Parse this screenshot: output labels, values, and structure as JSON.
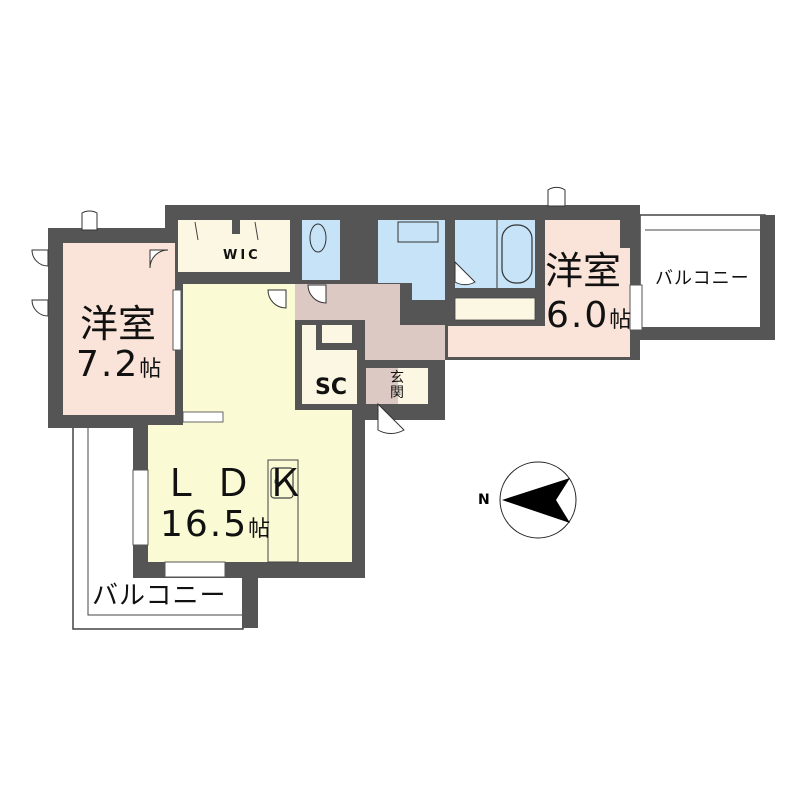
{
  "floor_plan": {
    "colors": {
      "wall": "#555555",
      "western_room": "#fae3d8",
      "ldk": "#fafad5",
      "wet_area": "#c7e3f7",
      "hallway": "#dcc9c4",
      "storage": "#fbf7e3",
      "balcony": "#ffffff"
    },
    "rooms": {
      "western_room_1": {
        "name": "洋室",
        "size": "7.2",
        "unit": "帖"
      },
      "western_room_2": {
        "name": "洋室",
        "size": "6.0",
        "unit": "帖"
      },
      "ldk": {
        "name": "ＬＤＫ",
        "size": "16.5",
        "unit": "帖"
      },
      "walk_in_closet": {
        "name": "WIC"
      },
      "shoe_closet": {
        "name": "SC"
      },
      "entrance": {
        "name": "玄関"
      },
      "balcony_south": {
        "name": "バルコニー"
      },
      "balcony_east": {
        "name": "バルコニー"
      }
    },
    "compass": {
      "label": "N",
      "icon": "north-arrow-icon"
    }
  }
}
